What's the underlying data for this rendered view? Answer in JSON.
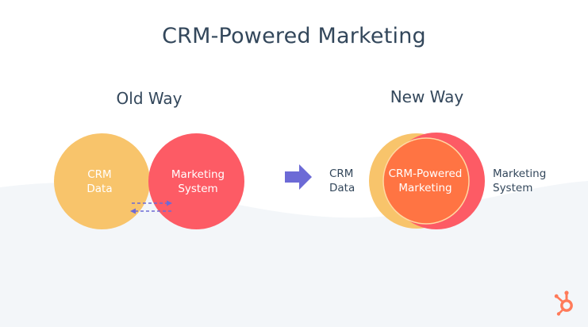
{
  "title": "CRM-Powered Marketing",
  "old_way": {
    "heading": "Old Way",
    "crm_label": "CRM\nData",
    "marketing_label": "Marketing\nSystem"
  },
  "new_way": {
    "heading": "New Way",
    "crm_label": "CRM\nData",
    "center_label": "CRM-Powered\nMarketing",
    "marketing_label": "Marketing\nSystem"
  },
  "colors": {
    "crm": "#f8c46b",
    "marketing": "#fd5b65",
    "combined": "#ff7443",
    "arrow": "#6c6ad6",
    "text": "#33475b",
    "logo": "#ff7a59"
  },
  "icons": {
    "transition": "right-arrow-icon",
    "sync": "bidirectional-dashed-arrows-icon",
    "brand": "hubspot-sprocket-icon"
  }
}
